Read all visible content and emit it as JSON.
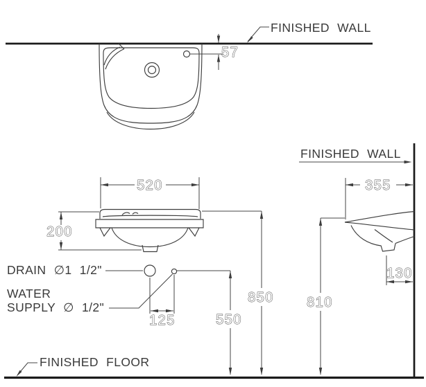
{
  "drawing_title": "wall-hung-lavatory-installation-diagram",
  "labels": {
    "finished_wall_top": "FINISHED WALL",
    "finished_wall_side": "FINISHED WALL",
    "finished_floor": "FINISHED FLOOR",
    "drain": "DRAIN ∅1 1/2\"",
    "water_supply_line1": "WATER",
    "water_supply_line2": "SUPPLY ∅ 1/2\""
  },
  "dimensions": {
    "faucet_offset_from_wall": "57",
    "basin_width": "520",
    "basin_front_height": "200",
    "drain_to_supply_spacing": "125",
    "supply_height_above_floor": "550",
    "rim_height_front": "850",
    "basin_projection_from_wall": "355",
    "outlet_offset_from_wall": "130",
    "rim_height_side": "810"
  },
  "colors": {
    "background": "#ffffff",
    "line": "#3d3d3d",
    "heavy_line": "#1b1b1b",
    "dimension_text_outline": "#4f4f4f"
  }
}
